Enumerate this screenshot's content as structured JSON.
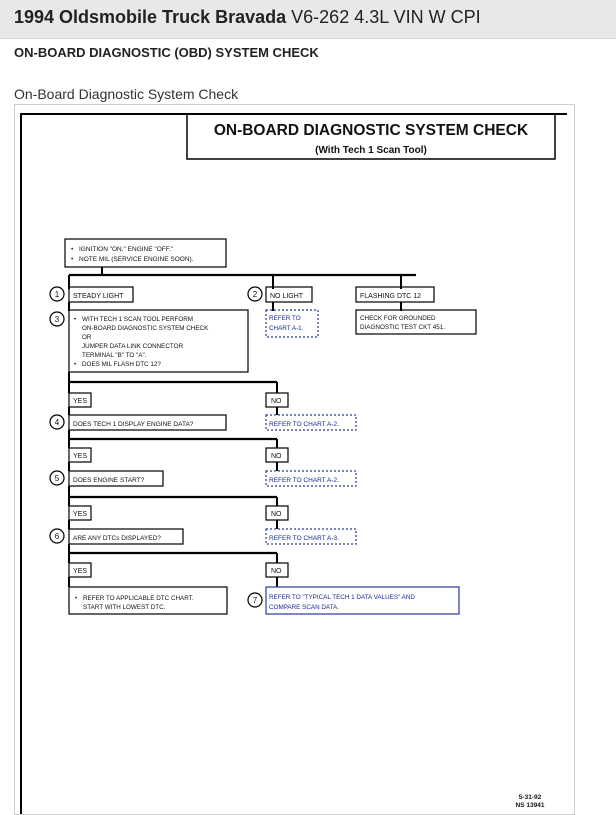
{
  "header": {
    "title_bold": "1994 Oldsmobile Truck Bravada",
    "title_rest": "V6-262 4.3L VIN W CPI"
  },
  "section_title": "ON-BOARD DIAGNOSTIC (OBD) SYSTEM CHECK",
  "figure_caption": "On-Board Diagnostic System Check",
  "chart": {
    "heading": "ON-BOARD DIAGNOSTIC SYSTEM CHECK",
    "subheading": "(With Tech 1 Scan Tool)",
    "start_line1": "IGNITION \"ON,\" ENGINE \"OFF.\"",
    "start_line2": "NOTE MIL (SERVICE ENGINE SOON).",
    "step1_num": "1",
    "step1": "STEADY LIGHT",
    "step2_num": "2",
    "step2": "NO LIGHT",
    "flashing": "FLASHING DTC 12",
    "refer_a1_line1": "REFER TO",
    "refer_a1_line2": "CHART A-1.",
    "check_ground_line1": "CHECK FOR GROUNDED",
    "check_ground_line2": "DIAGNOSTIC TEST CKT 451.",
    "step3_num": "3",
    "step3_line1": "WITH TECH 1 SCAN TOOL PERFORM",
    "step3_line2": "ON-BOARD DIAGNOSTIC SYSTEM CHECK",
    "step3_line3": "OR",
    "step3_line4": "JUMPER DATA LINK CONNECTOR",
    "step3_line5": "TERMINAL \"B\" TO \"A\".",
    "step3_line6": "DOES MIL FLASH DTC 12?",
    "yes": "YES",
    "no": "NO",
    "step4_num": "4",
    "step4": "DOES TECH 1 DISPLAY ENGINE DATA?",
    "refer_a2": "REFER TO CHART A-2.",
    "step5_num": "5",
    "step5": "DOES ENGINE START?",
    "refer_a2b": "REFER TO CHART A-2.",
    "step6_num": "6",
    "step6": "ARE ANY DTCs DISPLAYED?",
    "refer_a3": "REFER TO CHART A-3.",
    "final_yes_line1": "REFER TO APPLICABLE DTC CHART.",
    "final_yes_line2": "START WITH LOWEST DTC.",
    "step7_num": "7",
    "final_no_line1": "REFER TO \"TYPICAL TECH 1 DATA VALUES\" AND",
    "final_no_line2": "COMPARE SCAN DATA.",
    "date": "5-31-92",
    "code": "NS 13941"
  }
}
